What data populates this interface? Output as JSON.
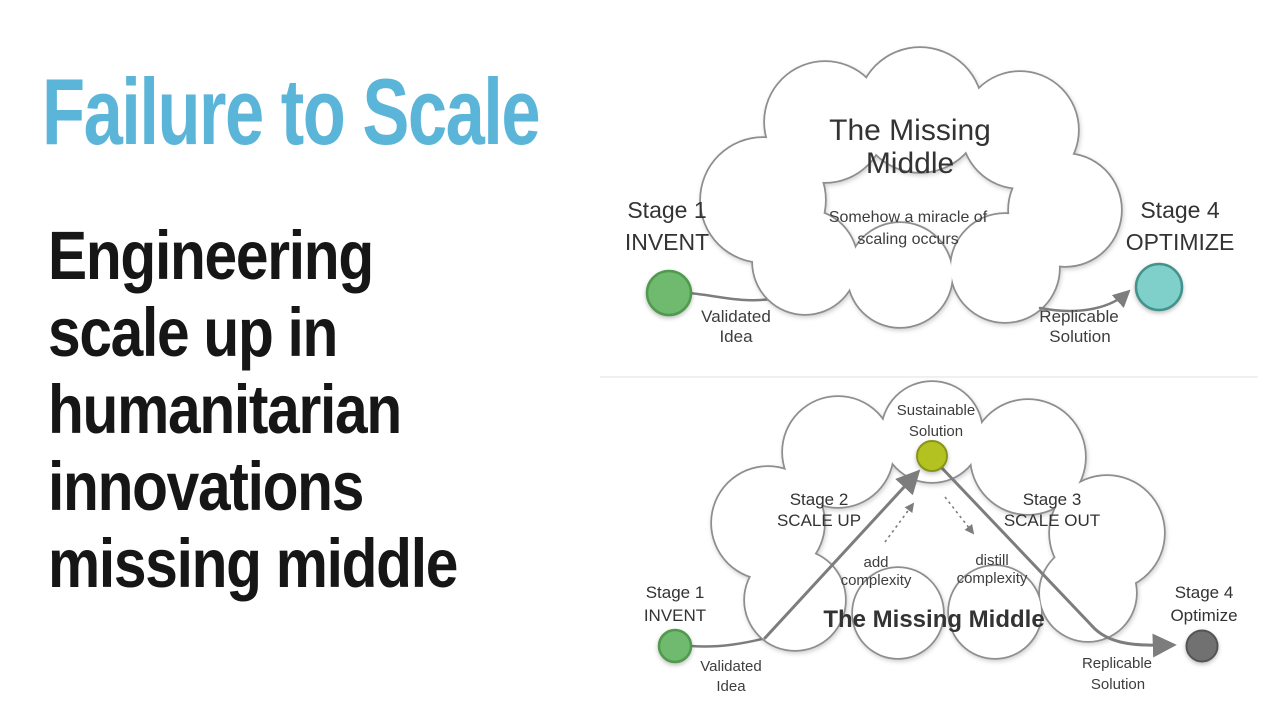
{
  "slide": {
    "title": "Failure to Scale",
    "subtitle_lines": [
      "Engineering",
      "scale up in",
      "humanitarian",
      "innovations",
      "missing middle"
    ]
  },
  "colors": {
    "c_title": "#5ab5d8",
    "c_body": "#161616",
    "c_text": "#3d3d3d",
    "c_stage": "#333333",
    "c_line": "#7d7d7d",
    "c_cloud": "#8e8e8e",
    "c_divider": "#ebebeb",
    "c_green": "#6fba6e",
    "c_green_b": "#4f9a4c",
    "c_teal": "#7fd0ca",
    "c_teal_b": "#43928b",
    "c_olive": "#b3c220",
    "c_olive_b": "#87951a",
    "c_gray": "#717171",
    "c_gray_b": "#545454"
  },
  "diagram_top": {
    "cloud_title_line1": "The Missing",
    "cloud_title_line2": "Middle",
    "cloud_subtitle_line1": "Somehow a miracle of",
    "cloud_subtitle_line2": "scaling occurs",
    "stage1_line1": "Stage 1",
    "stage1_line2": "INVENT",
    "stage1_caption_line1": "Validated",
    "stage1_caption_line2": "Idea",
    "stage4_line1": "Stage 4",
    "stage4_line2": "OPTIMIZE",
    "stage4_caption_line1": "Replicable",
    "stage4_caption_line2": "Solution"
  },
  "diagram_bottom": {
    "cloud_title": "The Missing Middle",
    "peak_label_line1": "Sustainable",
    "peak_label_line2": "Solution",
    "stage1_line1": "Stage 1",
    "stage1_line2": "INVENT",
    "stage1_caption_line1": "Validated",
    "stage1_caption_line2": "Idea",
    "stage2_line1": "Stage 2",
    "stage2_line2": "SCALE UP",
    "stage3_line1": "Stage 3",
    "stage3_line2": "SCALE OUT",
    "stage4_line1": "Stage 4",
    "stage4_line2": "Optimize",
    "stage4_caption_line1": "Replicable",
    "stage4_caption_line2": "Solution",
    "up_arrow_label_line1": "add",
    "up_arrow_label_line2": "complexity",
    "down_arrow_label_line1": "distill",
    "down_arrow_label_line2": "complexity"
  }
}
